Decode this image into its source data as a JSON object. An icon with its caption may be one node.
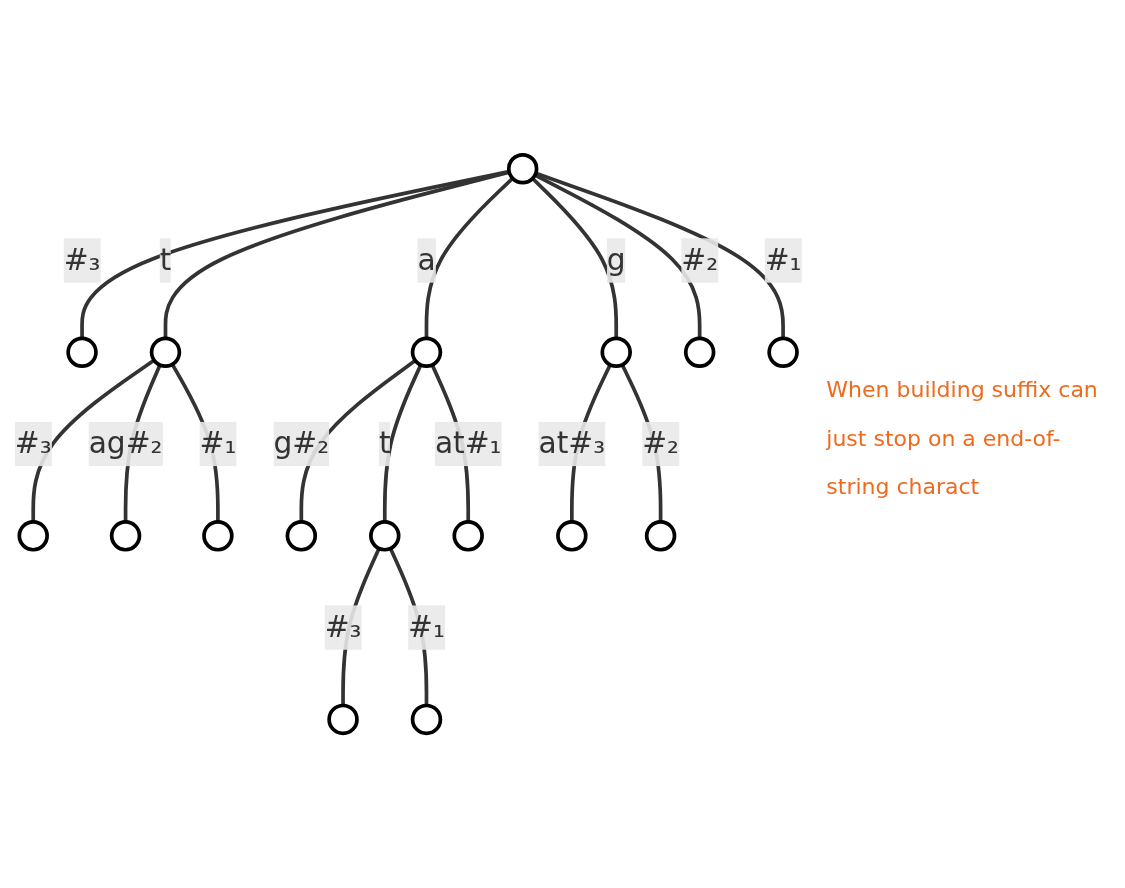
{
  "diagram": {
    "nodes": [
      {
        "text": [],
        "shape": "circle"
      },
      {
        "text": [],
        "shape": "circle"
      },
      {
        "text": [],
        "shape": "circle"
      },
      {
        "text": [],
        "shape": "circle"
      },
      {
        "text": [],
        "shape": "circle"
      },
      {
        "text": [],
        "shape": "circle"
      },
      {
        "text": [],
        "shape": "circle"
      },
      {
        "text": [],
        "shape": "circle"
      },
      {
        "text": [],
        "shape": "circle"
      },
      {
        "text": [],
        "shape": "circle"
      },
      {
        "text": [],
        "shape": "circle"
      },
      {
        "text": [],
        "shape": "circle"
      },
      {
        "text": [],
        "shape": "circle"
      },
      {
        "text": [],
        "shape": "circle"
      },
      {
        "text": [],
        "shape": "circle"
      },
      {
        "text": [],
        "shape": "circle"
      },
      {
        "text": [],
        "shape": "circle"
      }
    ],
    "edges": [
      {
        "from": 0,
        "to": 1,
        "label": "#₃",
        "arrow": "none"
      },
      {
        "from": 0,
        "to": 2,
        "label": "t",
        "arrow": "none"
      },
      {
        "from": 0,
        "to": 3,
        "label": "a",
        "arrow": "none"
      },
      {
        "from": 0,
        "to": 4,
        "label": "g",
        "arrow": "none"
      },
      {
        "from": 0,
        "to": 5,
        "label": "#₂",
        "arrow": "none"
      },
      {
        "from": 0,
        "to": 6,
        "label": "#₁",
        "arrow": "none"
      },
      {
        "from": 2,
        "to": 7,
        "label": "#₃",
        "arrow": "none"
      },
      {
        "from": 2,
        "to": 8,
        "label": "ag#₂",
        "arrow": "none"
      },
      {
        "from": 2,
        "to": 9,
        "label": "#₁",
        "arrow": "none"
      },
      {
        "from": 3,
        "to": 10,
        "label": "g#₂",
        "arrow": "none"
      },
      {
        "from": 3,
        "to": 11,
        "label": "t",
        "arrow": "none"
      },
      {
        "from": 3,
        "to": 12,
        "label": "at#₁",
        "arrow": "none"
      },
      {
        "from": 4,
        "to": 13,
        "label": "at#₃",
        "arrow": "none"
      },
      {
        "from": 4,
        "to": 14,
        "label": "#₂",
        "arrow": "none"
      },
      {
        "from": 11,
        "to": 15,
        "label": "#₃",
        "arrow": "none"
      },
      {
        "from": 11,
        "to": 16,
        "label": "#₁",
        "arrow": "none"
      }
    ],
    "labels": [
      "When building suffix can just stop on a end-of-string charact"
    ]
  }
}
